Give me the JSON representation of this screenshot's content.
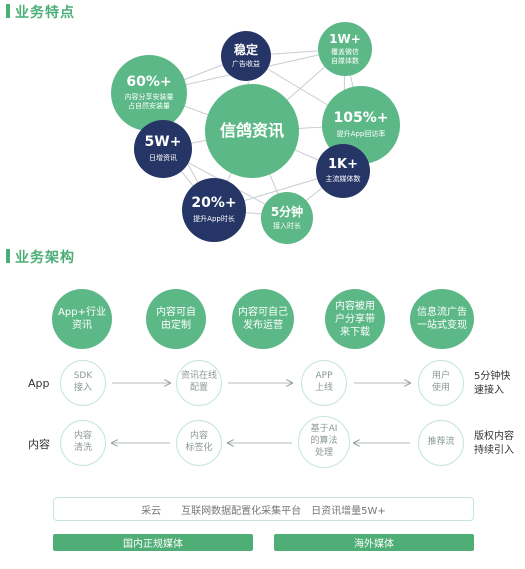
{
  "section1": {
    "title": "业务特点"
  },
  "section2": {
    "title": "业务架构"
  },
  "network": {
    "center": {
      "big": "信鸽资讯",
      "small": ""
    },
    "nodes": [
      {
        "id": "n1",
        "big": "稳定",
        "small": "广告收益"
      },
      {
        "id": "n2",
        "big": "1W+",
        "small": "覆盖微信\n自媒体数"
      },
      {
        "id": "n3",
        "big": "60%+",
        "small": "内容分享安装量\n占自然安装量"
      },
      {
        "id": "n4",
        "big": "105%+",
        "small": "提升App回访率"
      },
      {
        "id": "n5",
        "big": "5W+",
        "small": "日增资讯"
      },
      {
        "id": "n6",
        "big": "1K+",
        "small": "主流媒体数"
      },
      {
        "id": "n7",
        "big": "20%+",
        "small": "提升App时长"
      },
      {
        "id": "n8",
        "big": "5分钟",
        "small": "接入时长"
      }
    ]
  },
  "architecture": {
    "features": [
      "App+行业\n资讯",
      "内容可自\n由定制",
      "内容可自己\n发布运营",
      "内容被用\n户分享带\n来下载",
      "信息流广告\n一站式变现"
    ],
    "app_row": {
      "label": "App",
      "steps": [
        "SDK\n接入",
        "资讯在线\n配置",
        "APP\n上线",
        "用户\n使用"
      ],
      "side": "5分钟快\n速接入"
    },
    "content_row": {
      "label": "内容",
      "steps": [
        "内容\n清洗",
        "内容\n标签化",
        "基于AI\n的算法\n处理",
        "推荐流"
      ],
      "side": "版权内容\n持续引入"
    },
    "platform": "采云　　互联网数据配置化采集平台　日资讯增量5W+",
    "media": [
      "国内正规媒体",
      "海外媒体"
    ]
  }
}
